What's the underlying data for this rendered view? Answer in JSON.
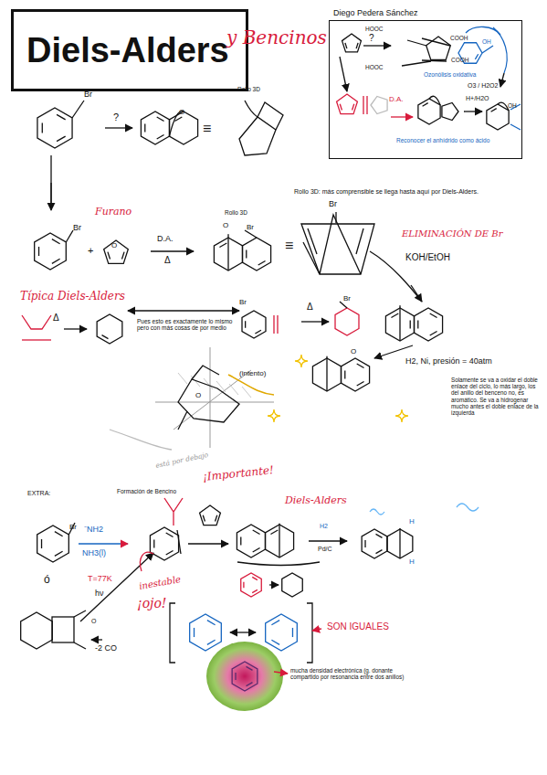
{
  "diagram": {
    "title": "Diels-Alders",
    "nodes": [
      {
        "text": [
          "Diels-Alders"
        ]
      },
      {
        "text": [
          "Diego Pedera Sánchez"
        ]
      }
    ],
    "labels": [
      "y Bencinos",
      "?",
      "HOOC",
      "COOH",
      "HOOC",
      "COOH",
      "OH",
      "O3 / H2O2",
      "Ozonólisis oxidativa",
      "D.A.",
      "H+/H2O",
      "OH",
      "Reconocer el anhídrido como ácido",
      "?",
      "≡",
      "Rollo 3D",
      "Br",
      "O",
      "Rollo 3D: más comprensible se llega hasta aquí por Diels-Alders.",
      "Br",
      "+",
      "Furano",
      "O",
      "D.A.",
      "Δ",
      "Rollo 3D",
      "Br",
      "O",
      "≡",
      "Br",
      "ELIMINACIÓN DE Br",
      "KOH/EtOH",
      "Típica Diels-Alders",
      "Δ",
      "Pues esto es exactamente lo mismo pero con más cosas de por medio",
      "Br",
      "Δ",
      "Br",
      "O",
      "H2, Ni, presión = 40atm",
      "Solamente se va a oxidar el doble enlace del ciclo, lo más largo, los del anillo del benceno no, es aromático. Se va a hidrogenar mucho antes el doble enlace de la izquierda",
      "(intento)",
      "O",
      "está por debajo",
      "EXTRA:",
      "Formación de Bencino",
      "¡Importante!",
      "Diels-Alders",
      "⁻NH2",
      "NH3(l)",
      "Br",
      "ó",
      "T=77K",
      "hν",
      "-2 CO",
      "O",
      "H2",
      "Pd/C",
      "H",
      "H",
      "inestable",
      "¡ojo!",
      "SON IGUALES",
      "mucha densidad electrónica (g. donante compartido por resonancia entre dos anillos)"
    ]
  }
}
